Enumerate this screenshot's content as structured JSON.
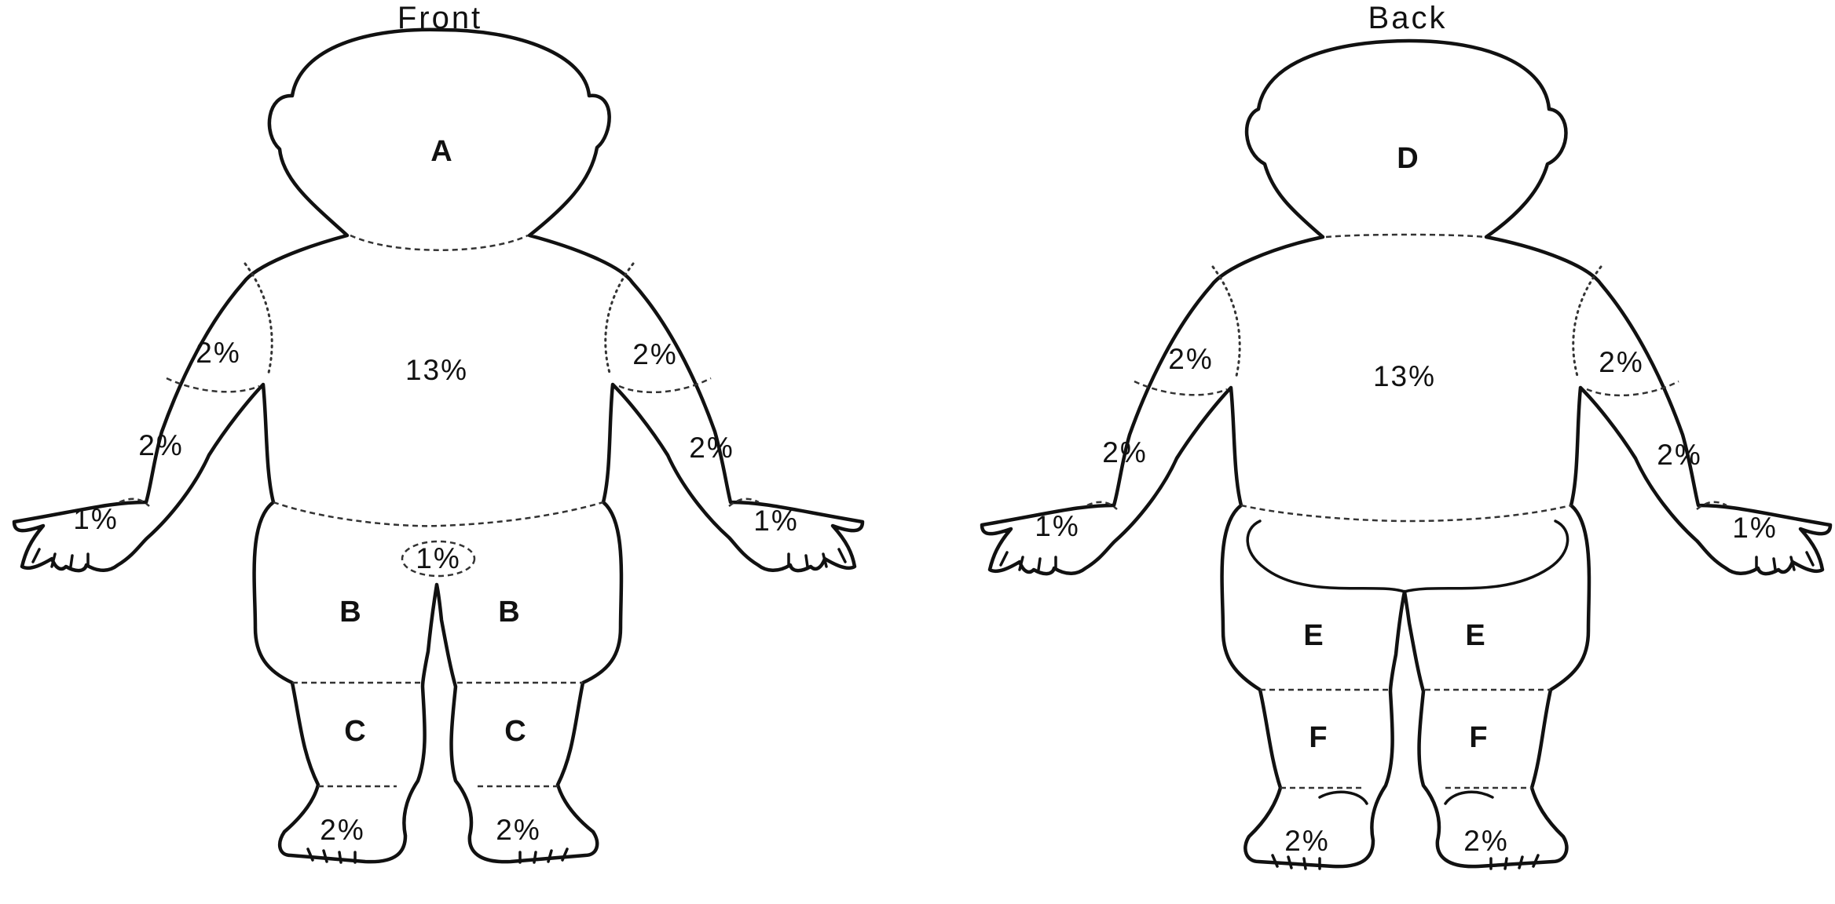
{
  "front": {
    "title": "Front",
    "head": "A",
    "trunk": "13%",
    "upper_arm_left": "2%",
    "upper_arm_right": "2%",
    "forearm_left": "2%",
    "forearm_right": "2%",
    "hand_left": "1%",
    "hand_right": "1%",
    "genitalia": "1%",
    "thigh_left": "B",
    "thigh_right": "B",
    "leg_left": "C",
    "leg_right": "C",
    "foot_left": "2%",
    "foot_right": "2%"
  },
  "back": {
    "title": "Back",
    "head": "D",
    "trunk": "13%",
    "upper_arm_left": "2%",
    "upper_arm_right": "2%",
    "forearm_left": "2%",
    "forearm_right": "2%",
    "hand_left": "1%",
    "hand_right": "1%",
    "thigh_left": "E",
    "thigh_right": "E",
    "leg_left": "F",
    "leg_right": "F",
    "foot_left": "2%",
    "foot_right": "2%"
  }
}
